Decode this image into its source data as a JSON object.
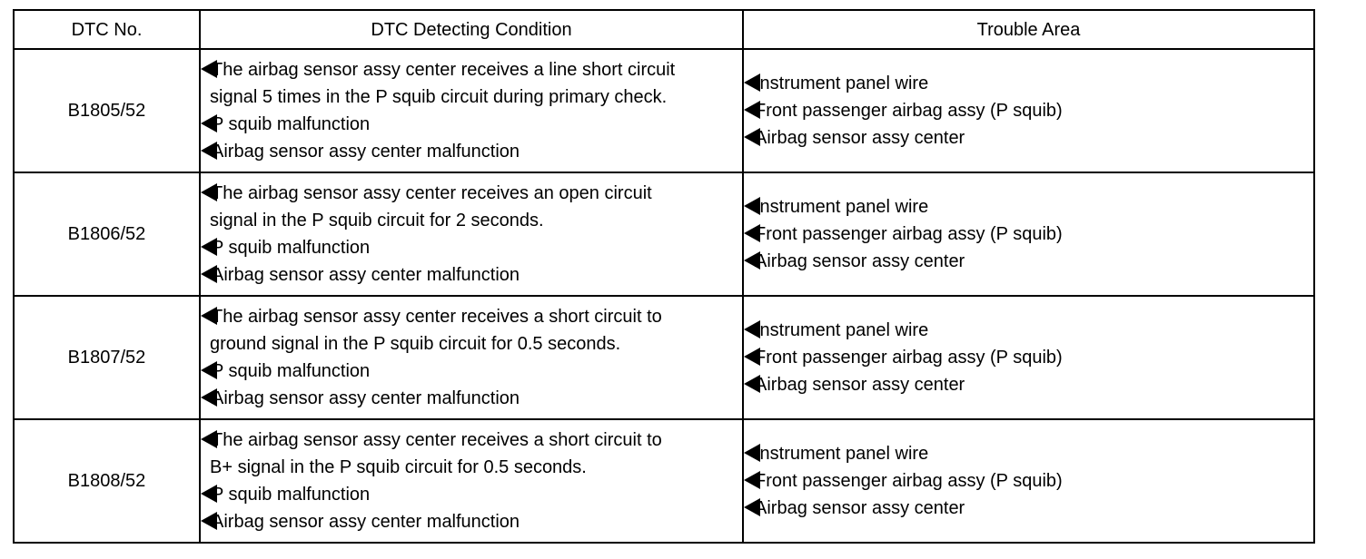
{
  "header": {
    "col_code": "DTC No.",
    "col_condition": "DTC Detecting Condition",
    "col_area": "Trouble Area"
  },
  "rows": [
    {
      "code": "B1805/52",
      "condition": [
        {
          "bullet": true,
          "text": "The airbag sensor assy center receives a line short circuit"
        },
        {
          "bullet": false,
          "text": "signal 5 times in the P squib circuit during primary check."
        },
        {
          "bullet": true,
          "text": "P squib malfunction"
        },
        {
          "bullet": true,
          "text": "Airbag sensor assy center malfunction"
        }
      ],
      "area": [
        "Instrument panel wire",
        "Front passenger airbag assy (P squib)",
        "Airbag sensor assy center"
      ]
    },
    {
      "code": "B1806/52",
      "condition": [
        {
          "bullet": true,
          "text": "The airbag sensor assy center receives an open circuit"
        },
        {
          "bullet": false,
          "text": "signal in the P squib circuit for 2 seconds."
        },
        {
          "bullet": true,
          "text": "P squib malfunction"
        },
        {
          "bullet": true,
          "text": "Airbag sensor assy center malfunction"
        }
      ],
      "area": [
        "Instrument panel wire",
        "Front passenger airbag assy (P squib)",
        "Airbag sensor assy center"
      ]
    },
    {
      "code": "B1807/52",
      "condition": [
        {
          "bullet": true,
          "text": "The airbag sensor assy center receives a short circuit to"
        },
        {
          "bullet": false,
          "text": "ground signal in the P squib circuit for 0.5 seconds."
        },
        {
          "bullet": true,
          "text": "P squib malfunction"
        },
        {
          "bullet": true,
          "text": "Airbag sensor assy center malfunction"
        }
      ],
      "area": [
        "Instrument panel wire",
        "Front passenger airbag assy (P squib)",
        "Airbag sensor assy center"
      ]
    },
    {
      "code": "B1808/52",
      "condition": [
        {
          "bullet": true,
          "text": "The airbag sensor assy center receives a short circuit to"
        },
        {
          "bullet": false,
          "text": "B+ signal in the P squib circuit for 0.5 seconds."
        },
        {
          "bullet": true,
          "text": "P squib malfunction"
        },
        {
          "bullet": true,
          "text": "Airbag sensor assy center malfunction"
        }
      ],
      "area": [
        "Instrument panel wire",
        "Front passenger airbag assy (P squib)",
        "Airbag sensor assy center"
      ]
    }
  ]
}
